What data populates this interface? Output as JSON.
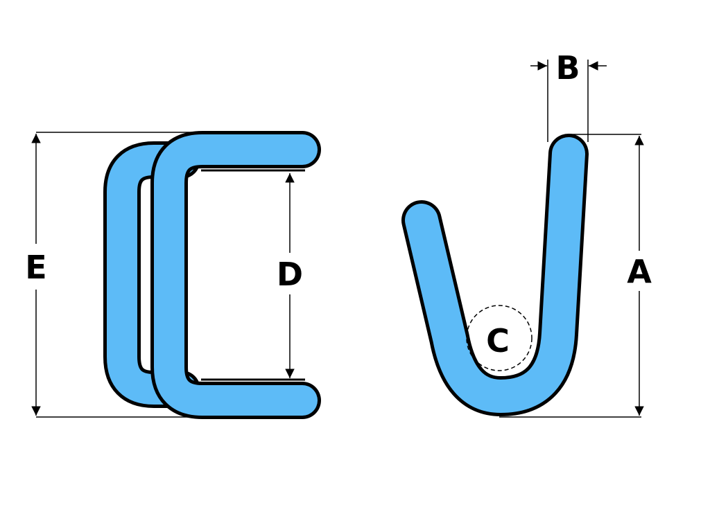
{
  "colors": {
    "fill": "#5DBBF7",
    "outline": "#000000",
    "background": "#ffffff"
  },
  "labels": {
    "a": "A",
    "b": "B",
    "c": "C",
    "d": "D",
    "e": "E"
  }
}
